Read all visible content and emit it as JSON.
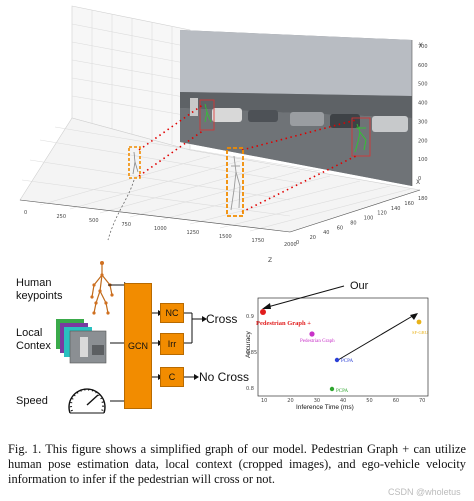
{
  "plot3d": {
    "axis_tick_labels_x": [
      "0",
      "250",
      "500",
      "750",
      "1000",
      "1250",
      "1500",
      "1750",
      "2000"
    ],
    "axis_tick_labels_z": [
      "0",
      "20",
      "40",
      "60",
      "80",
      "100",
      "120",
      "140",
      "160",
      "180"
    ],
    "axis_tick_labels_y": [
      "0",
      "100",
      "200",
      "300",
      "400",
      "500",
      "600",
      "700"
    ],
    "axis_letters": {
      "x": "X",
      "y": "Y",
      "z": "Z"
    }
  },
  "diagram": {
    "input_labels": {
      "keypoints": "Human\nkeypoints",
      "context": "Local\nContex",
      "speed": "Speed"
    },
    "blocks": {
      "gcn": "GCN",
      "nc": "NC",
      "irr": "Irr",
      "c": "C"
    },
    "outputs": {
      "cross": "Cross",
      "no_cross": "No Cross"
    }
  },
  "scatter": {
    "annotation": "Our",
    "xlabel": "Inference Time (ms)",
    "ylabel": "Accuracy",
    "points": [
      {
        "label": "Pedestrian Graph +",
        "color": "#e11d1d"
      },
      {
        "label": "Pedestrian Graph",
        "color": "#c832c8"
      },
      {
        "label": "PCPA",
        "color": "#2a3fd6"
      },
      {
        "label": "PCPA",
        "color": "#2fa52f"
      },
      {
        "label": "SF-GRU",
        "color": "#e8b21a"
      }
    ],
    "x_ticks": [
      "10",
      "20",
      "30",
      "40",
      "50",
      "60",
      "70"
    ],
    "y_ticks": [
      "0.8",
      "0.85",
      "0.9"
    ]
  },
  "caption": {
    "text": "Fig. 1.   This figure shows a simplified graph of our model. Pedestrian Graph + can utilize human pose estimation data, local context (cropped images), and ego-vehicle velocity information to infer if the pedestrian will cross or not.",
    "watermark": "CSDN @wholetus"
  },
  "colors": {
    "block_orange": "#f28c00",
    "dotted_red": "#e00000",
    "dashed_orange": "#f28c00"
  }
}
